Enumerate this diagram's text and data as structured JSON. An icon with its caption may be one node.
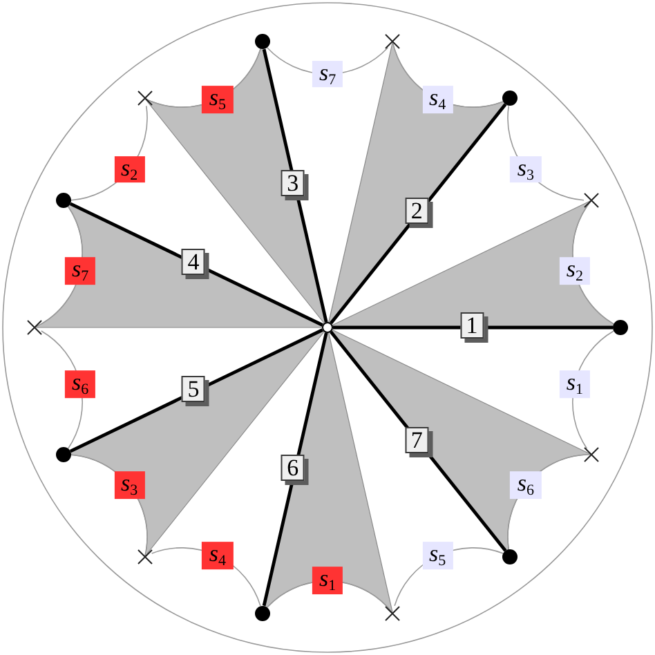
{
  "diagram": {
    "nodes": [
      {
        "text": [],
        "shape": "dot"
      },
      {
        "text": [],
        "shape": "cross"
      },
      {
        "text": [],
        "shape": "cross"
      },
      {
        "text": [],
        "shape": "dot"
      },
      {
        "text": [],
        "shape": "dot"
      },
      {
        "text": [],
        "shape": "cross"
      },
      {
        "text": [],
        "shape": "cross"
      },
      {
        "text": [],
        "shape": "circle"
      },
      {
        "text": [],
        "shape": "dot"
      },
      {
        "text": [],
        "shape": "dot"
      },
      {
        "text": [],
        "shape": "cross"
      },
      {
        "text": [],
        "shape": "cross"
      },
      {
        "text": [],
        "shape": "dot"
      },
      {
        "text": [],
        "shape": "dot"
      },
      {
        "text": [],
        "shape": "cross"
      }
    ],
    "edges": [
      {
        "from": 7,
        "to": 8,
        "arrow": "none",
        "label": "1",
        "style": "thick",
        "color": "#000000"
      },
      {
        "from": 7,
        "to": 3,
        "arrow": "none",
        "label": "2",
        "style": "thick",
        "color": "#000000"
      },
      {
        "from": 7,
        "to": 0,
        "arrow": "none",
        "label": "3",
        "style": "thick",
        "color": "#000000"
      },
      {
        "from": 7,
        "to": 4,
        "arrow": "none",
        "label": "4",
        "style": "thick",
        "color": "#000000"
      },
      {
        "from": 7,
        "to": 9,
        "arrow": "none",
        "label": "5",
        "style": "thick",
        "color": "#000000"
      },
      {
        "from": 7,
        "to": 13,
        "arrow": "none",
        "label": "6",
        "style": "thick",
        "color": "#000000"
      },
      {
        "from": 7,
        "to": 12,
        "arrow": "none",
        "label": "7",
        "style": "thick",
        "color": "#000000"
      },
      {
        "from": 8,
        "to": 5,
        "arrow": "none",
        "label": "*s*$_{2}$"
      },
      {
        "from": 5,
        "to": 3,
        "arrow": "none",
        "label": "*s*$_{3}$"
      },
      {
        "from": 3,
        "to": 1,
        "arrow": "none",
        "label": "*s*$_{4}$"
      },
      {
        "from": 1,
        "to": 0,
        "arrow": "none",
        "label": "*s*$_{7}$"
      },
      {
        "from": 0,
        "to": 2,
        "arrow": "none",
        "label": "*s*$_{5}$"
      },
      {
        "from": 2,
        "to": 4,
        "arrow": "none",
        "label": "*s*$_{2}$"
      },
      {
        "from": 4,
        "to": 6,
        "arrow": "none",
        "label": "*s*$_{7}$"
      },
      {
        "from": 6,
        "to": 9,
        "arrow": "none",
        "label": "*s*$_{6}$"
      },
      {
        "from": 9,
        "to": 11,
        "arrow": "none",
        "label": "*s*$_{3}$"
      },
      {
        "from": 11,
        "to": 13,
        "arrow": "none",
        "label": "*s*$_{4}$"
      },
      {
        "from": 13,
        "to": 14,
        "arrow": "none",
        "label": "*s*$_{1}$"
      },
      {
        "from": 14,
        "to": 12,
        "arrow": "none",
        "label": "*s*$_{5}$"
      },
      {
        "from": 12,
        "to": 10,
        "arrow": "none",
        "label": "*s*$_{6}$"
      },
      {
        "from": 10,
        "to": 8,
        "arrow": "none",
        "label": "*s*$_{1}$"
      }
    ]
  }
}
